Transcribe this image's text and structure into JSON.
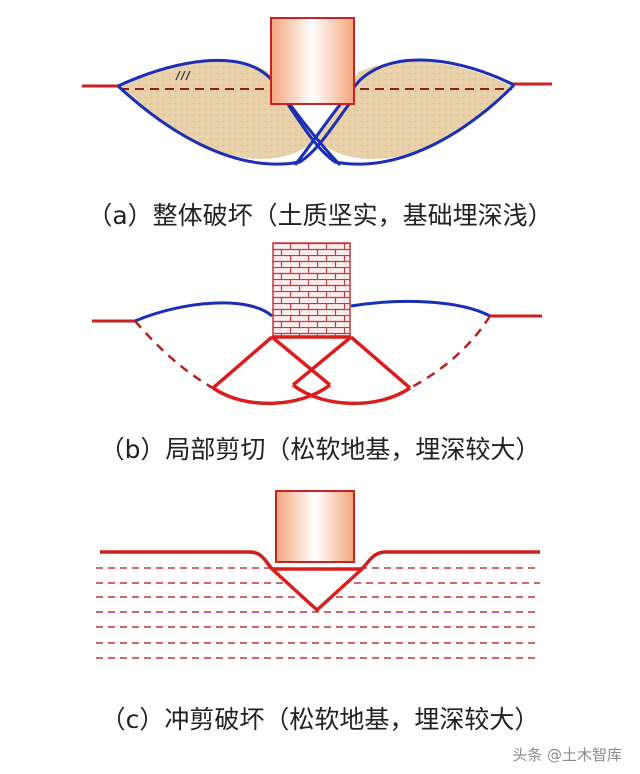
{
  "captions": {
    "a": "（a）整体破坏（土质坚实，基础埋深浅）",
    "b": "（b）局部剪切（松软地基，埋深较大）",
    "c": "（c）冲剪破坏（松软地基，埋深较大）"
  },
  "watermark": "头条 @土木智库",
  "colors": {
    "ground_line": "#cc1f1f",
    "failure_curve_blue": "#1b2fb4",
    "failure_red": "#d91e1e",
    "soil_fill": "#e9d3ad",
    "footing_gradient_edge": "#f3b690",
    "footing_gradient_mid": "#ffffff",
    "brick_line": "#c23a3a"
  },
  "icons": {
    "footing_a": "rigid-footing-block",
    "footing_b": "brick-masonry-footing",
    "footing_c": "rigid-footing-block"
  }
}
